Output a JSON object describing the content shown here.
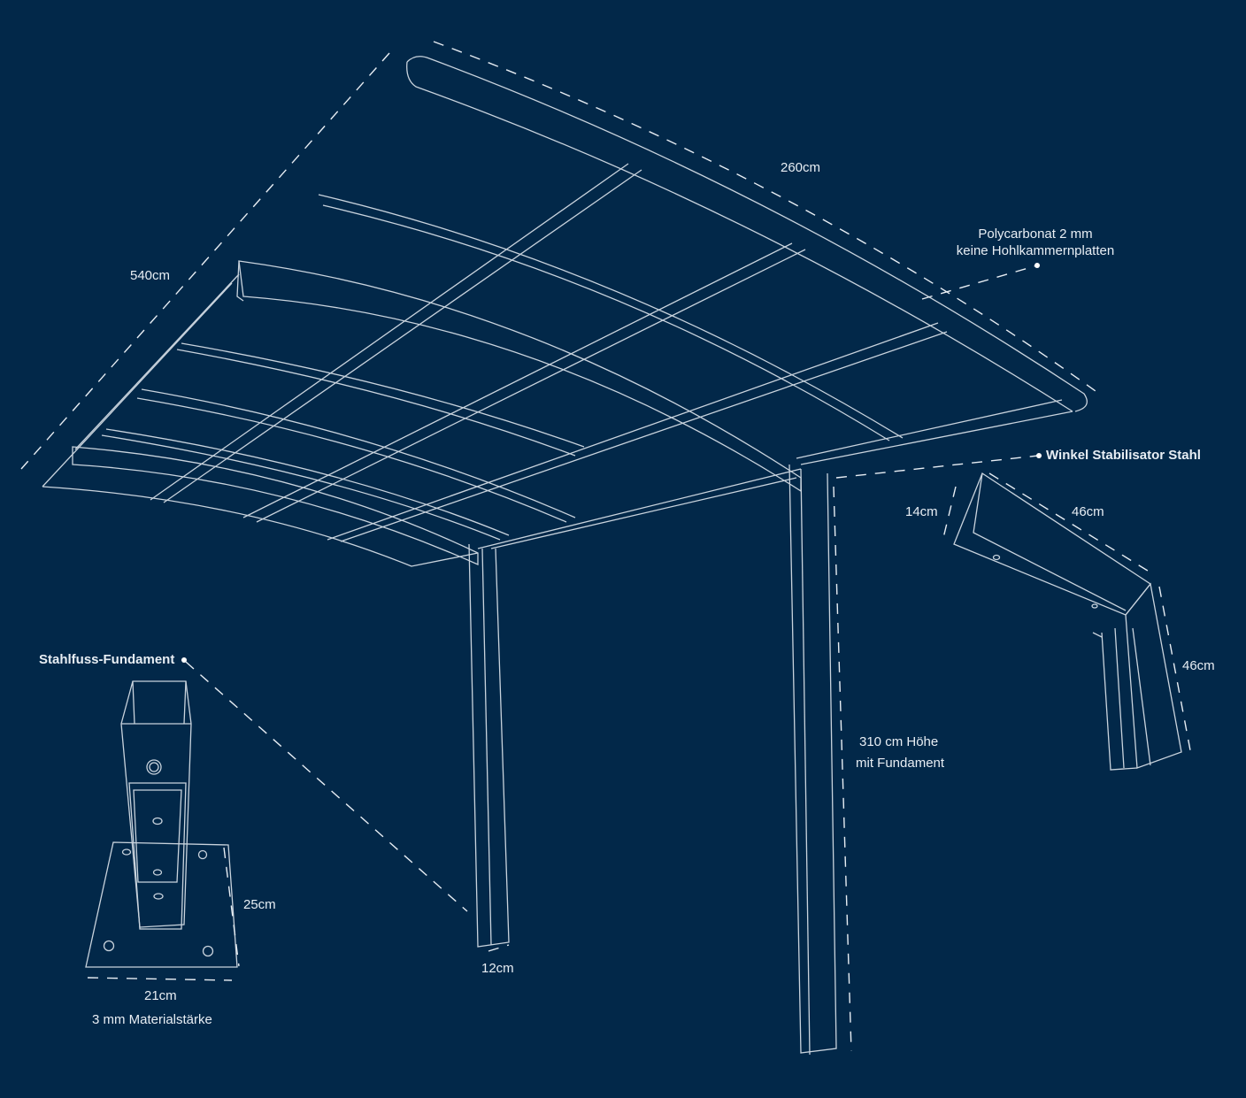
{
  "labels": {
    "length": "260cm",
    "depth": "540cm",
    "roof_line1": "Polycarbonat 2 mm",
    "roof_line2": "keine Hohlkammernplatten",
    "bracket_title": "Winkel Stabilisator Stahl",
    "bracket_height": "14cm",
    "bracket_length": "46cm",
    "bracket_drop": "46cm",
    "post_width": "12cm",
    "height_line1": "310 cm Höhe",
    "height_line2": "mit Fundament",
    "foot_title": "Stahlfuss-Fundament",
    "foot_depth": "25cm",
    "foot_width": "21cm",
    "foot_thickness": "3 mm Materialstärke"
  },
  "colors": {
    "background": "#022849",
    "line": "#c9d3dd",
    "text": "#e8eef4"
  }
}
